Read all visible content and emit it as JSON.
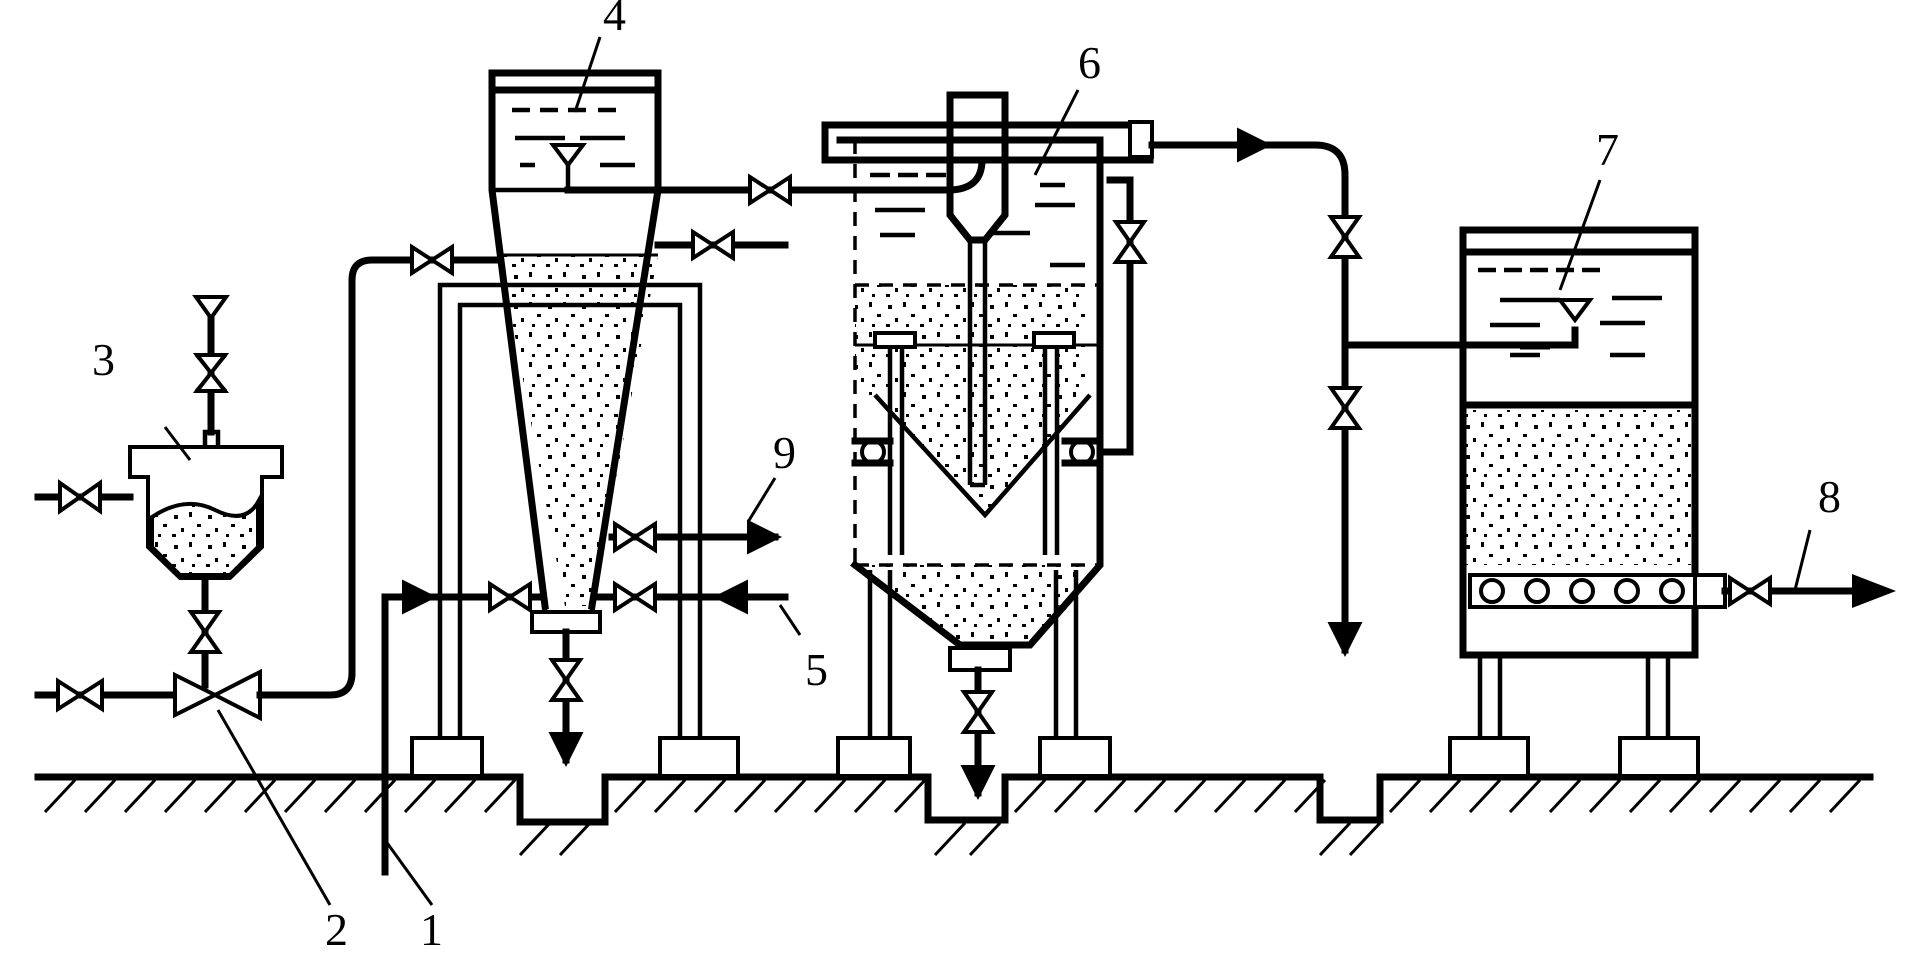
{
  "labels": {
    "n1": "1",
    "n2": "2",
    "n3": "3",
    "n4": "4",
    "n5": "5",
    "n6": "6",
    "n7": "7",
    "n8": "8",
    "n9": "9"
  },
  "colors": {
    "ink": "#000000",
    "background": "#ffffff"
  }
}
